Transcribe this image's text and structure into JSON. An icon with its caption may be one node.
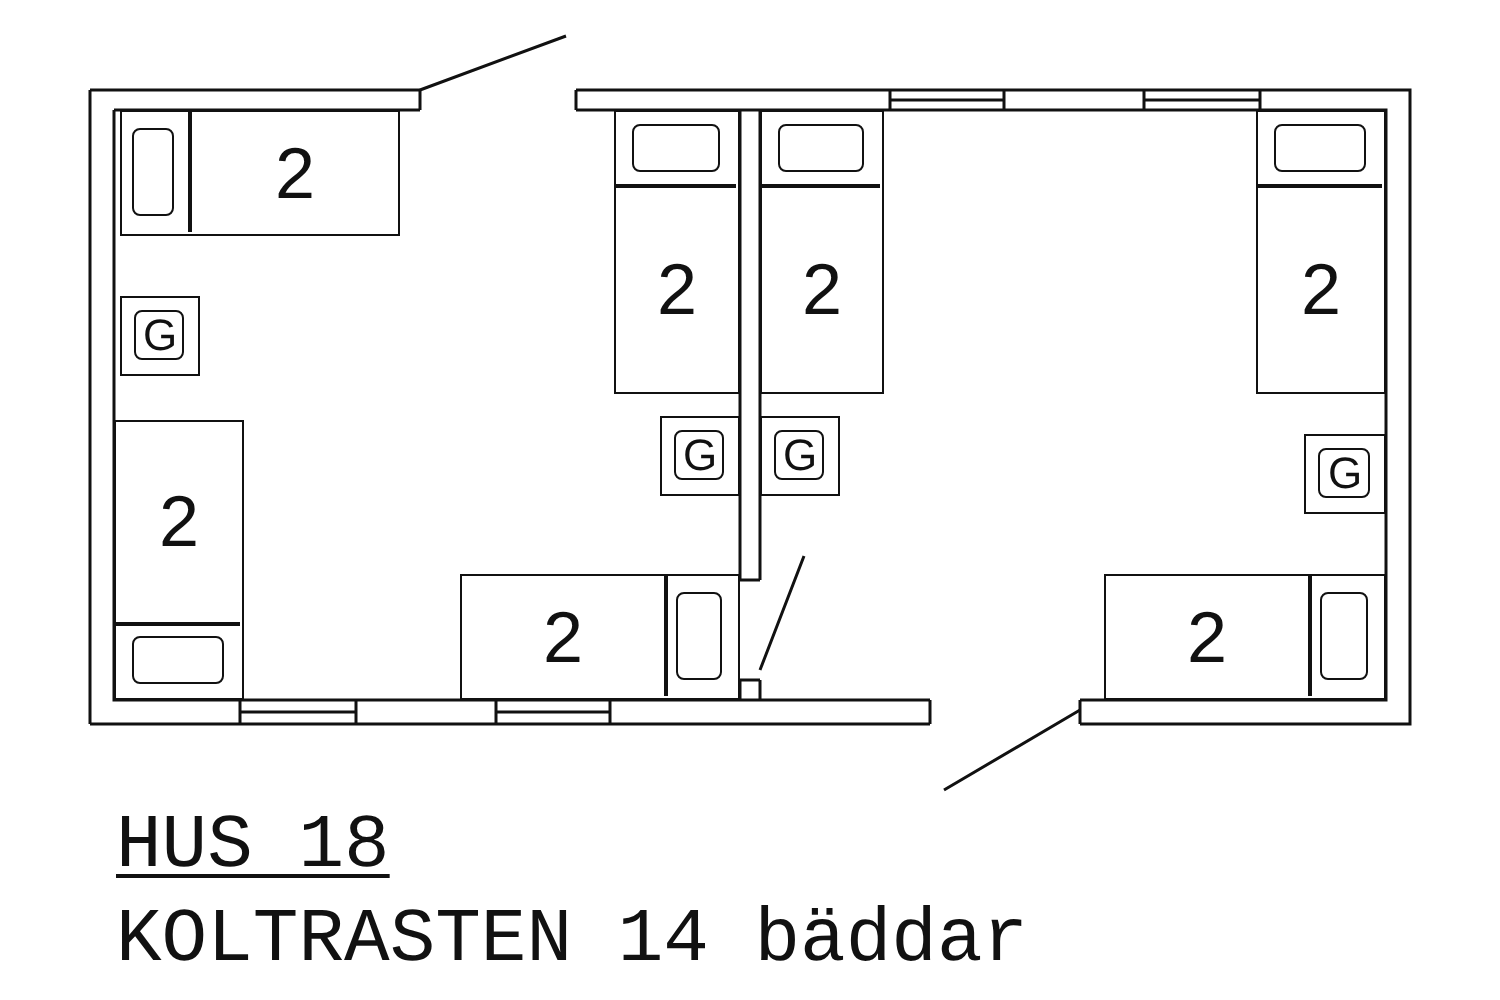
{
  "diagram": {
    "title": "HUS 18",
    "nodes": [
      {
        "text": [
          "2"
        ]
      },
      {
        "text": [
          "2"
        ]
      },
      {
        "text": [
          "2"
        ]
      },
      {
        "text": [
          "2"
        ]
      },
      {
        "text": [
          "G"
        ]
      },
      {
        "text": [
          "G"
        ]
      },
      {
        "text": [
          "G"
        ]
      },
      {
        "text": [
          "G"
        ]
      },
      {
        "text": [
          "2"
        ]
      },
      {
        "text": [
          "2"
        ]
      },
      {
        "text": [
          "2"
        ]
      }
    ],
    "labels": [
      "KOLTRASTEN 14 bäddar"
    ]
  }
}
